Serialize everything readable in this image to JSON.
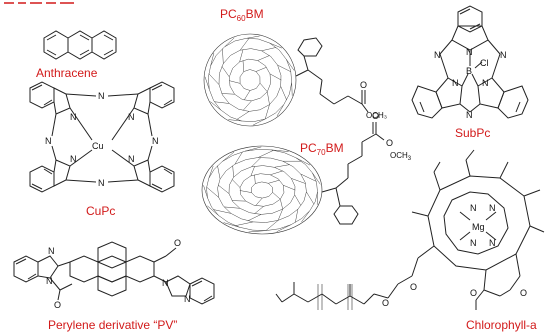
{
  "header": {
    "partial_title": ""
  },
  "molecules": [
    {
      "id": "anthracene",
      "label": "Anthracene"
    },
    {
      "id": "pc60bm",
      "label_main": "PC",
      "label_sub": "60",
      "label_tail": "BM"
    },
    {
      "id": "subpc",
      "label": "SubPc"
    },
    {
      "id": "cupc",
      "label": "CuPc"
    },
    {
      "id": "pc70bm",
      "label_main": "PC",
      "label_sub": "70",
      "label_tail": "BM"
    },
    {
      "id": "pv",
      "label": "Perylene derivative “PV”"
    },
    {
      "id": "chlorophyll",
      "label": "Chlorophyll-a"
    }
  ],
  "atoms": {
    "n": "N",
    "cu": "Cu",
    "b": "B",
    "cl": "Cl",
    "mg": "Mg",
    "o": "O",
    "och3": "OCH₃",
    "och3_pc70": "OCH",
    "sub3": "3"
  },
  "colors": {
    "label": "#d21a1a",
    "bond": "#222222"
  }
}
